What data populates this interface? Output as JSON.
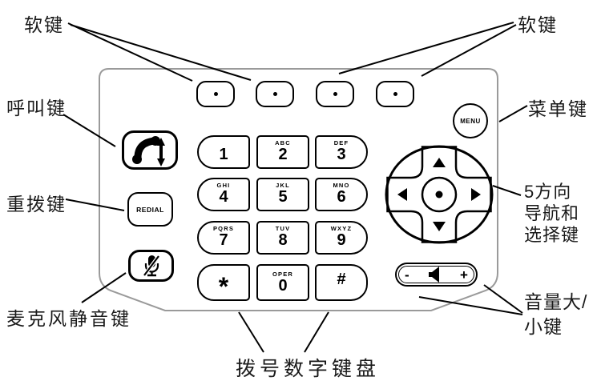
{
  "colors": {
    "line": "#000000",
    "body_outline": "#9a9a9a",
    "button_fill": "#ffffff"
  },
  "annotations": {
    "softkeys_left": "软键",
    "softkeys_right": "软键",
    "call": "呼叫键",
    "redial": "重拨键",
    "mute": "麦克风静音键",
    "menu": "菜单键",
    "nav_line1": "5方向",
    "nav_line2": "导航和",
    "nav_line3": "选择键",
    "volume_line1": "音量大/",
    "volume_line2": "小键",
    "keypad": "拨号数字键盘"
  },
  "phone": {
    "redial_label": "REDIAL",
    "menu_label": "MENU",
    "volume": {
      "minus": "-",
      "plus": "+"
    },
    "icons": {
      "softkey": "dot-icon",
      "call": "phone-handset-with-updown-arrow-icon",
      "mute": "microphone-slash-icon",
      "volume": "speaker-icon",
      "nav": "5-way-navigation-arrows-icon"
    },
    "keys": [
      {
        "digit": "1",
        "letters": ""
      },
      {
        "digit": "2",
        "letters": "ABC"
      },
      {
        "digit": "3",
        "letters": "DEF"
      },
      {
        "digit": "4",
        "letters": "GHI"
      },
      {
        "digit": "5",
        "letters": "JKL"
      },
      {
        "digit": "6",
        "letters": "MNO"
      },
      {
        "digit": "7",
        "letters": "PQRS"
      },
      {
        "digit": "8",
        "letters": "TUV"
      },
      {
        "digit": "9",
        "letters": "WXYZ"
      },
      {
        "digit": "*",
        "letters": ""
      },
      {
        "digit": "0",
        "letters": "OPER"
      },
      {
        "digit": "#",
        "letters": ""
      }
    ]
  }
}
